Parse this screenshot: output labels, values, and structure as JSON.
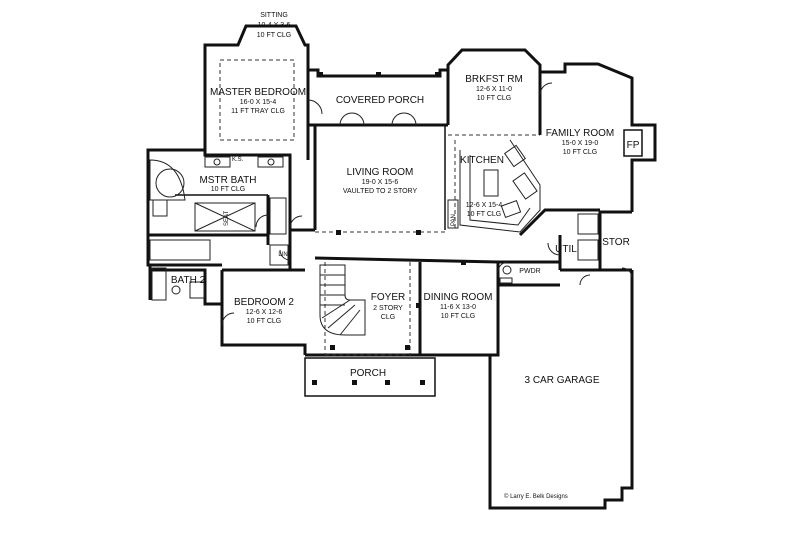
{
  "rooms": {
    "sitting": {
      "name": "SITTING",
      "size": "10-4 X 3-6",
      "ceiling": "10 FT CLG"
    },
    "master_bedroom": {
      "name": "MASTER BEDROOM",
      "size": "16-0 X 15-4",
      "ceiling": "11 FT TRAY CLG"
    },
    "covered_porch": {
      "name": "COVERED PORCH"
    },
    "brkfst_rm": {
      "name": "BRKFST RM",
      "size": "12-6 X 11-0",
      "ceiling": "10 FT CLG"
    },
    "family_room": {
      "name": "FAMILY ROOM",
      "size": "15-0 X 19-0",
      "ceiling": "10 FT CLG"
    },
    "fp": {
      "name": "FP"
    },
    "mstr_bath": {
      "name": "MSTR BATH",
      "ceiling": "10 FT CLG"
    },
    "living_room": {
      "name": "LIVING ROOM",
      "size": "19-0 X 15-6",
      "ceiling": "VAULTED TO 2 STORY"
    },
    "kitchen": {
      "name": "KITCHEN",
      "size": "12-6 X 15-4",
      "ceiling": "10 FT CLG"
    },
    "pan": {
      "name": "PAN"
    },
    "util": {
      "name": "UTIL"
    },
    "stor": {
      "name": "STOR"
    },
    "pwdr": {
      "name": "PWDR"
    },
    "lin": {
      "name": "LIN"
    },
    "bath2": {
      "name": "BATH 2"
    },
    "bedroom2": {
      "name": "BEDROOM 2",
      "size": "12-6 X 12-6",
      "ceiling": "10 FT CLG"
    },
    "foyer": {
      "name": "FOYER",
      "size": "2 STORY",
      "ceiling": "CLG"
    },
    "dining_room": {
      "name": "DINING ROOM",
      "size": "11-6 X 13-0",
      "ceiling": "10 FT CLG"
    },
    "porch": {
      "name": "PORCH"
    },
    "garage": {
      "name": "3 CAR GARAGE"
    }
  },
  "labels": {
    "ks": "K.S.",
    "seat": "SEAT"
  },
  "credit": "© Larry E. Belk Designs"
}
